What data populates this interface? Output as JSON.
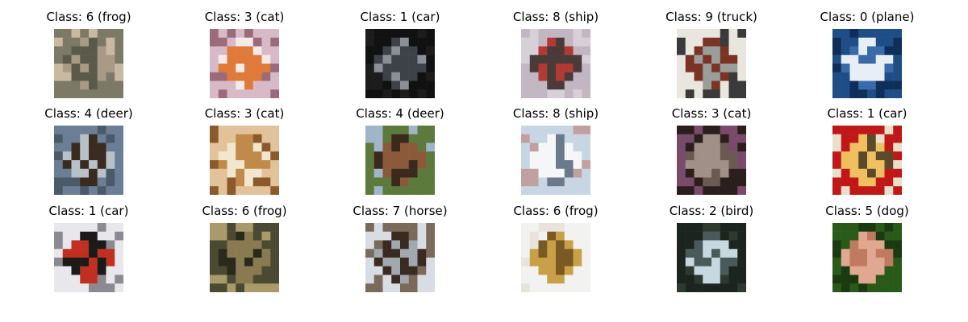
{
  "grid": {
    "rows": [
      [
        {
          "title": "Class: 6 (frog)",
          "label": 6,
          "name": "frog",
          "colors": [
            "#7c7a66",
            "#a89a84",
            "#5b5a4a",
            "#c9b9a0"
          ]
        },
        {
          "title": "Class: 3 (cat)",
          "label": 3,
          "name": "cat",
          "colors": [
            "#d8b9c7",
            "#e07a3a",
            "#f4eaea",
            "#9c6b7a"
          ]
        },
        {
          "title": "Class: 1 (car)",
          "label": 1,
          "name": "car",
          "colors": [
            "#111111",
            "#3c4248",
            "#8a9096",
            "#1c1c1c"
          ]
        },
        {
          "title": "Class: 8 (ship)",
          "label": 8,
          "name": "ship",
          "colors": [
            "#c2b6c2",
            "#4a3a3a",
            "#b23a32",
            "#d8d0d8"
          ]
        },
        {
          "title": "Class: 9 (truck)",
          "label": 9,
          "name": "truck",
          "colors": [
            "#e9e6e0",
            "#7b3424",
            "#9a9e9a",
            "#3a3a3a"
          ]
        },
        {
          "title": "Class: 0 (plane)",
          "label": 0,
          "name": "plane",
          "colors": [
            "#1f4e86",
            "#e8eef6",
            "#3b6aa8",
            "#0e2f5a"
          ]
        }
      ],
      [
        {
          "title": "Class: 4 (deer)",
          "label": 4,
          "name": "deer",
          "colors": [
            "#6a7f96",
            "#3a2b20",
            "#b9c1c8",
            "#4a5a6a"
          ]
        },
        {
          "title": "Class: 3 (cat)",
          "label": 3,
          "name": "cat",
          "colors": [
            "#e2c29a",
            "#c08a4a",
            "#f3e6cf",
            "#8a5a2a"
          ]
        },
        {
          "title": "Class: 4 (deer)",
          "label": 4,
          "name": "deer",
          "colors": [
            "#5c7a3c",
            "#8a5a3a",
            "#3a2a1e",
            "#a0b6c8"
          ]
        },
        {
          "title": "Class: 8 (ship)",
          "label": 8,
          "name": "ship",
          "colors": [
            "#c8d6e4",
            "#f4f6f8",
            "#6a7a8a",
            "#c0a0a0"
          ]
        },
        {
          "title": "Class: 3 (cat)",
          "label": 3,
          "name": "cat",
          "colors": [
            "#2a1f1c",
            "#6a5a52",
            "#a09088",
            "#7a4a6a"
          ]
        },
        {
          "title": "Class: 1 (car)",
          "label": 1,
          "name": "car",
          "colors": [
            "#c01818",
            "#f0c060",
            "#5a4a2a",
            "#e8e0c8"
          ]
        }
      ],
      [
        {
          "title": "Class: 1 (car)",
          "label": 1,
          "name": "car",
          "colors": [
            "#e8e8ec",
            "#1a1a1a",
            "#c03020",
            "#8a8a90"
          ]
        },
        {
          "title": "Class: 6 (frog)",
          "label": 6,
          "name": "frog",
          "colors": [
            "#4a4a32",
            "#8a7a52",
            "#2a2a1c",
            "#a89a6a"
          ]
        },
        {
          "title": "Class: 7 (horse)",
          "label": 7,
          "name": "horse",
          "colors": [
            "#d8dde4",
            "#3a2a20",
            "#a0a8b0",
            "#7a6a5a"
          ]
        },
        {
          "title": "Class: 6 (frog)",
          "label": 6,
          "name": "frog",
          "colors": [
            "#f2f2f0",
            "#c8a048",
            "#7a5a22",
            "#e8e4dc"
          ]
        },
        {
          "title": "Class: 2 (bird)",
          "label": 2,
          "name": "bird",
          "colors": [
            "#1c2420",
            "#4a5a5a",
            "#c8d8e0",
            "#2e3a30"
          ]
        },
        {
          "title": "Class: 5 (dog)",
          "label": 5,
          "name": "dog",
          "colors": [
            "#2a5a1a",
            "#e0a890",
            "#c07a62",
            "#1a3a10"
          ]
        }
      ]
    ]
  }
}
